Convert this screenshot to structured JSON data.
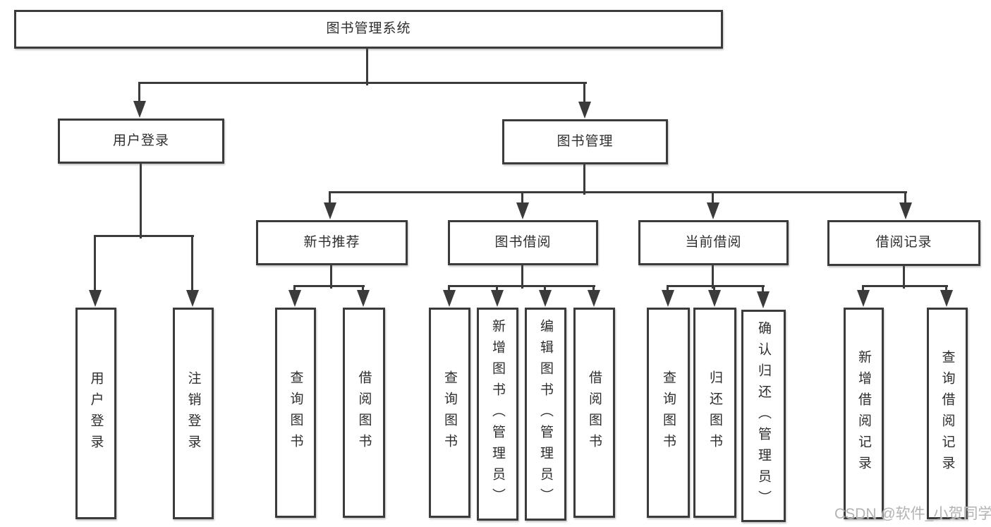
{
  "tree": {
    "label": "图书管理系统",
    "children": [
      {
        "label": "用户登录",
        "children": [
          {
            "label": "用户登录"
          },
          {
            "label": "注销登录"
          }
        ]
      },
      {
        "label": "图书管理",
        "children": [
          {
            "label": "新书推荐",
            "children": [
              {
                "label": "查询图书"
              },
              {
                "label": "借阅图书"
              }
            ]
          },
          {
            "label": "图书借阅",
            "children": [
              {
                "label": "查询图书"
              },
              {
                "label": "新增图书（管理员）"
              },
              {
                "label": "编辑图书（管理员）"
              },
              {
                "label": "借阅图书"
              }
            ]
          },
          {
            "label": "当前借阅",
            "children": [
              {
                "label": "查询图书"
              },
              {
                "label": "归还图书"
              },
              {
                "label": "确认归还（管理员）"
              }
            ]
          },
          {
            "label": "借阅记录",
            "children": [
              {
                "label": "新增借阅记录"
              },
              {
                "label": "查询借阅记录"
              }
            ]
          }
        ]
      }
    ]
  },
  "watermark": "CSDN @软件_小贺同学",
  "colors": {
    "line": "#3b3b3b",
    "text": "#2e2e2e",
    "watermark": "#b3b3b3",
    "bg": "#ffffff"
  }
}
